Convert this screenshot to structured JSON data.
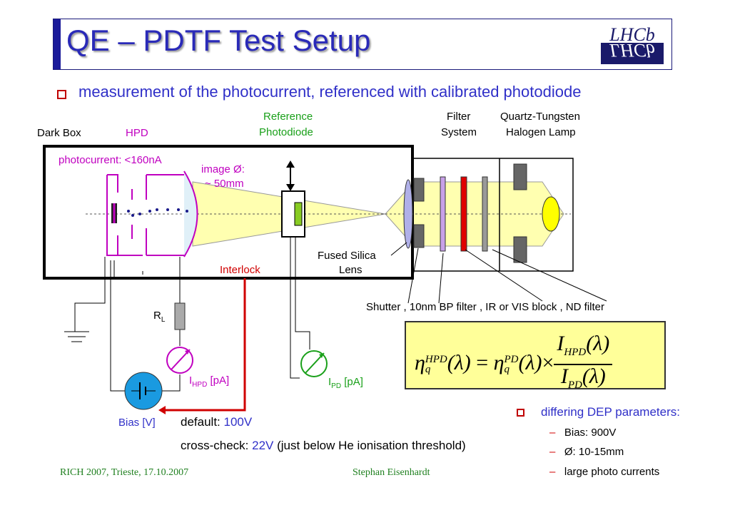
{
  "title": "QE – PDTF Test Setup",
  "logo_text": "LHCb",
  "main_bullet": "measurement of the photocurrent, referenced with calibrated photodiode",
  "labels": {
    "dark_box": "Dark Box",
    "hpd": "HPD",
    "reference_photodiode_line1": "Reference",
    "reference_photodiode_line2": "Photodiode",
    "filter_system_line1": "Filter",
    "filter_system_line2": "System",
    "lamp_line1": "Quartz-Tungsten",
    "lamp_line2": "Halogen Lamp",
    "photocurrent": "photocurrent: <160nA",
    "image_line1": "image Ø:",
    "image_line2": "~ 50mm",
    "fused_silica_line1": "Fused Silica",
    "fused_silica_line2": "Lens",
    "interlock": "Interlock",
    "filters_caption": "Shutter , 10nm BP filter , IR or VIS block , ND filter",
    "rl": "R",
    "rl_sub": "L",
    "ihpd_i": "I",
    "ihpd_sub": "HPD",
    "ihpd_unit": " [pA]",
    "ipd_i": "I",
    "ipd_sub": "PD",
    "ipd_unit": " [pA]",
    "bias": "Bias [V]"
  },
  "defaults": {
    "default_label": "default: ",
    "default_value": "100V",
    "crosscheck_label": "cross-check: ",
    "crosscheck_value": "22V",
    "crosscheck_note": " (just below He ionisation threshold)"
  },
  "side_list": {
    "heading": "differing DEP parameters:",
    "items": [
      "Bias: 900V",
      "Ø: 10-15mm",
      "large photo currents"
    ],
    "dash": "–"
  },
  "formula": {
    "eta": "η",
    "sup_hpd": "HPD",
    "sub_q": "q",
    "lambda": "(λ)",
    "equals": "=",
    "sup_pd": "PD",
    "times": "×",
    "num": "I",
    "num_sub": "HPD",
    "den": "I",
    "den_sub": "PD"
  },
  "footer": {
    "left": "RICH 2007, Trieste, 17.10.2007",
    "center": "Stephan Eisenhardt"
  },
  "colors": {
    "title": "#2a2ab8",
    "accent_red": "#d00000",
    "magenta": "#c000c0",
    "green": "#1aa01a",
    "formula_bg": "#ffff99",
    "beam": "#ffffb0"
  }
}
